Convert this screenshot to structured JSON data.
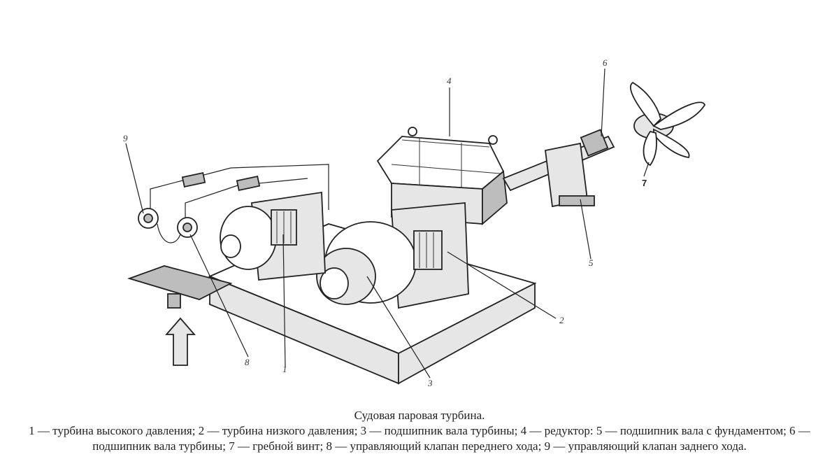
{
  "diagram": {
    "callouts": [
      {
        "id": "c1",
        "text": "1"
      },
      {
        "id": "c2",
        "text": "2"
      },
      {
        "id": "c3",
        "text": "3"
      },
      {
        "id": "c4",
        "text": "4"
      },
      {
        "id": "c5",
        "text": "5"
      },
      {
        "id": "c6",
        "text": "6"
      },
      {
        "id": "c7",
        "text": "7"
      },
      {
        "id": "c8",
        "text": "8"
      },
      {
        "id": "c9",
        "text": "9"
      }
    ]
  },
  "caption": {
    "title": "Судовая паровая турбина.",
    "legend": "1 — турбина высокого давления; 2 — турбина низкого давления; 3 — подшипник вала турбины; 4 — редуктор: 5 — подшипник вала с фундаментом; 6 — подшипник вала турбины; 7 — гребной винт; 8 — управляющий клапан переднего хода; 9 — управляющий клапан заднего хода."
  }
}
